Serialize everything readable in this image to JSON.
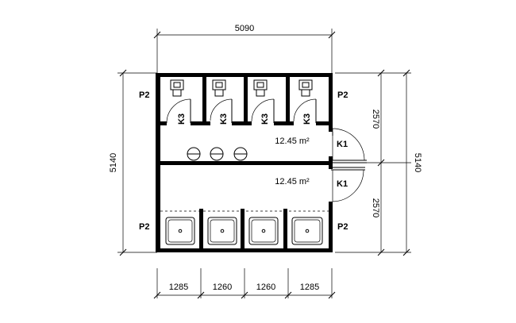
{
  "dimensions": {
    "top_width": "5090",
    "left_height": "5140",
    "right_height": "5140",
    "right_upper": "2570",
    "right_lower": "2570",
    "bottom": [
      "1285",
      "1260",
      "1260",
      "1285"
    ]
  },
  "labels": {
    "p2_top_left": "P2",
    "p2_top_right": "P2",
    "p2_bottom_left": "P2",
    "p2_bottom_right": "P2",
    "k1_upper": "K1",
    "k1_lower": "K1",
    "k3_1": "K3",
    "k3_2": "K3",
    "k3_3": "K3",
    "k3_4": "K3"
  },
  "areas": {
    "upper_room": "12.45 m²",
    "lower_room": "12.45 m²"
  }
}
